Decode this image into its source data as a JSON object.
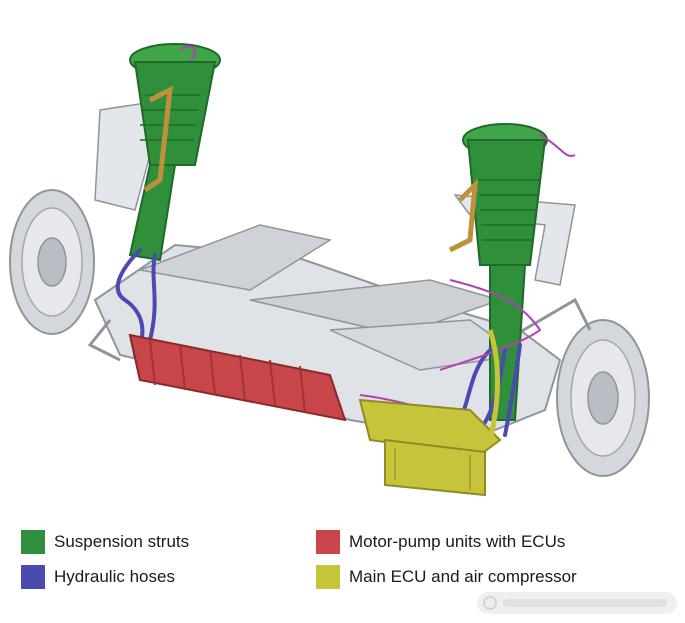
{
  "legend": {
    "items": [
      {
        "label": "Suspension struts",
        "color": "#2f8f3a"
      },
      {
        "label": "Hydraulic hoses",
        "color": "#4a4ab0"
      },
      {
        "label": "Motor-pump units with ECUs",
        "color": "#c8464a"
      },
      {
        "label": "Main ECU and air compressor",
        "color": "#c6c43a"
      }
    ]
  },
  "colors": {
    "frame": "#c9cdd3",
    "frame_dark": "#8f959d",
    "strut": "#2f8f3a",
    "strut_light": "#3ea648",
    "hose": "#4a4ab0",
    "pump": "#c8464a",
    "pump_dark": "#a33236",
    "ecu": "#c6c43a",
    "ecu_dark": "#a7a52c",
    "wire": "#b43fb5",
    "bracket": "#c0903a"
  }
}
